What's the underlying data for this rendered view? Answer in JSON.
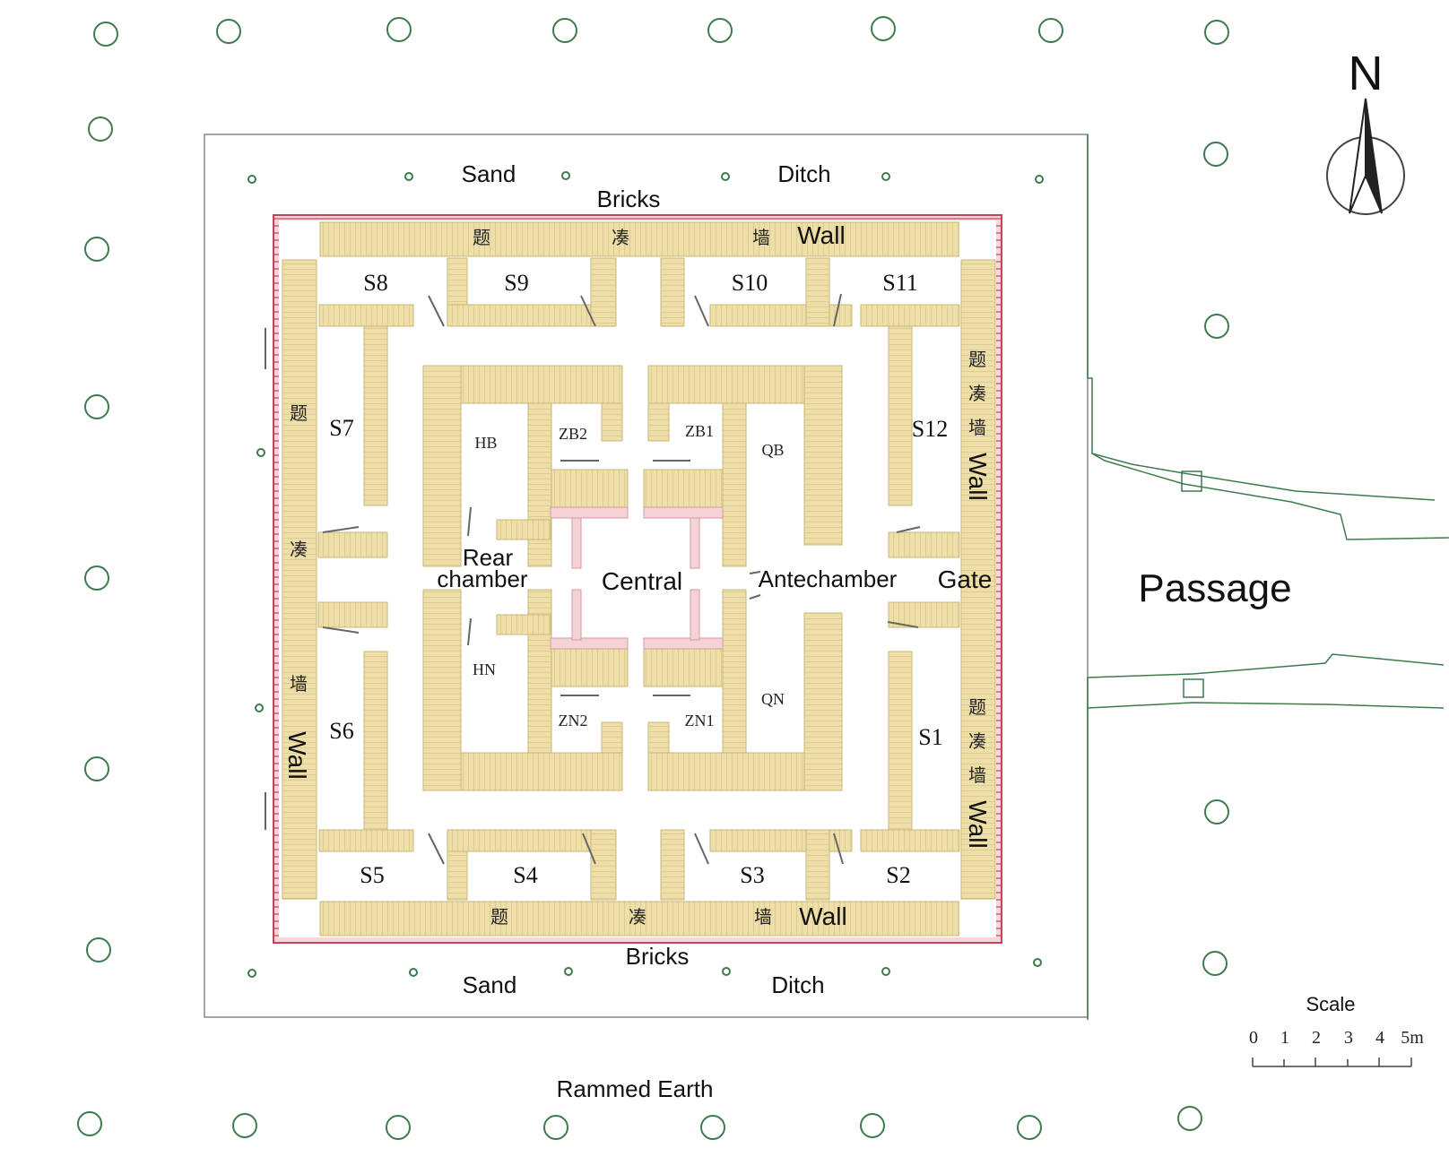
{
  "labels": {
    "sand_top": "Sand",
    "ditch_top": "Ditch",
    "bricks_top": "Bricks",
    "wall_top": "Wall",
    "sand_bottom": "Sand",
    "ditch_bottom": "Ditch",
    "bricks_bottom": "Bricks",
    "wall_bottom": "Wall",
    "wall_left": "Wall",
    "wall_right_upper": "Wall",
    "wall_right_lower": "Wall",
    "rear_chamber_1": "Rear",
    "rear_chamber_2": "chamber",
    "central": "Central",
    "antechamber": "Antechamber",
    "gate": "Gate",
    "passage": "Passage",
    "rammed_earth": "Rammed Earth",
    "north": "N",
    "scale_title": "Scale",
    "cjk_ti": "题",
    "cjk_cou": "凑",
    "cjk_qiang": "墙"
  },
  "rooms": {
    "s1": "S1",
    "s2": "S2",
    "s3": "S3",
    "s4": "S4",
    "s5": "S5",
    "s6": "S6",
    "s7": "S7",
    "s8": "S8",
    "s9": "S9",
    "s10": "S10",
    "s11": "S11",
    "s12": "S12",
    "hb": "HB",
    "hn": "HN",
    "zb1": "ZB1",
    "zb2": "ZB2",
    "zn1": "ZN1",
    "zn2": "ZN2",
    "qb": "QB",
    "qn": "QN"
  },
  "scale_ticks": [
    "0",
    "1",
    "2",
    "3",
    "4",
    "5m"
  ],
  "colors": {
    "timber": "#EEDFA8",
    "timber_line": "#C9B77A",
    "brick": "#C0445A",
    "post": "#3D7A4E",
    "outline": "#777777"
  }
}
